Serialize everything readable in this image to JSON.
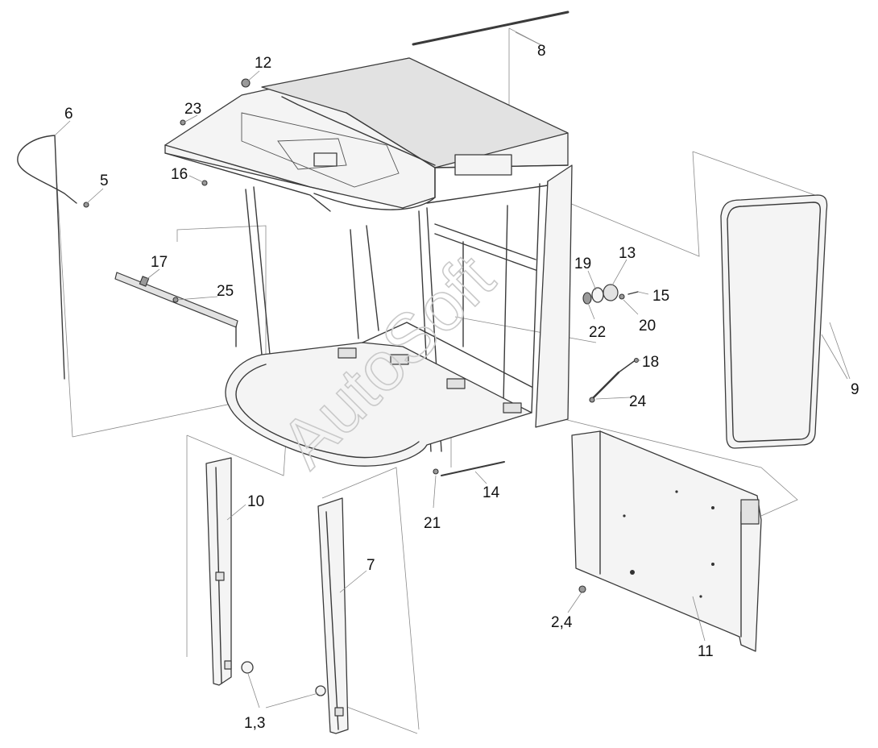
{
  "watermark": "AutoSoft",
  "callouts": [
    {
      "id": "c12",
      "label": "12"
    },
    {
      "id": "c23",
      "label": "23"
    },
    {
      "id": "c6",
      "label": "6"
    },
    {
      "id": "c5",
      "label": "5"
    },
    {
      "id": "c16",
      "label": "16"
    },
    {
      "id": "c17",
      "label": "17"
    },
    {
      "id": "c25",
      "label": "25"
    },
    {
      "id": "c8",
      "label": "8"
    },
    {
      "id": "c19",
      "label": "19"
    },
    {
      "id": "c13",
      "label": "13"
    },
    {
      "id": "c15",
      "label": "15"
    },
    {
      "id": "c22",
      "label": "22"
    },
    {
      "id": "c20",
      "label": "20"
    },
    {
      "id": "c18",
      "label": "18"
    },
    {
      "id": "c24",
      "label": "24"
    },
    {
      "id": "c9",
      "label": "9"
    },
    {
      "id": "c10",
      "label": "10"
    },
    {
      "id": "c7",
      "label": "7"
    },
    {
      "id": "c14",
      "label": "14"
    },
    {
      "id": "c21",
      "label": "21"
    },
    {
      "id": "c11",
      "label": "11"
    },
    {
      "id": "c24b",
      "label": "2,4"
    },
    {
      "id": "c13b",
      "label": "1,3"
    }
  ]
}
